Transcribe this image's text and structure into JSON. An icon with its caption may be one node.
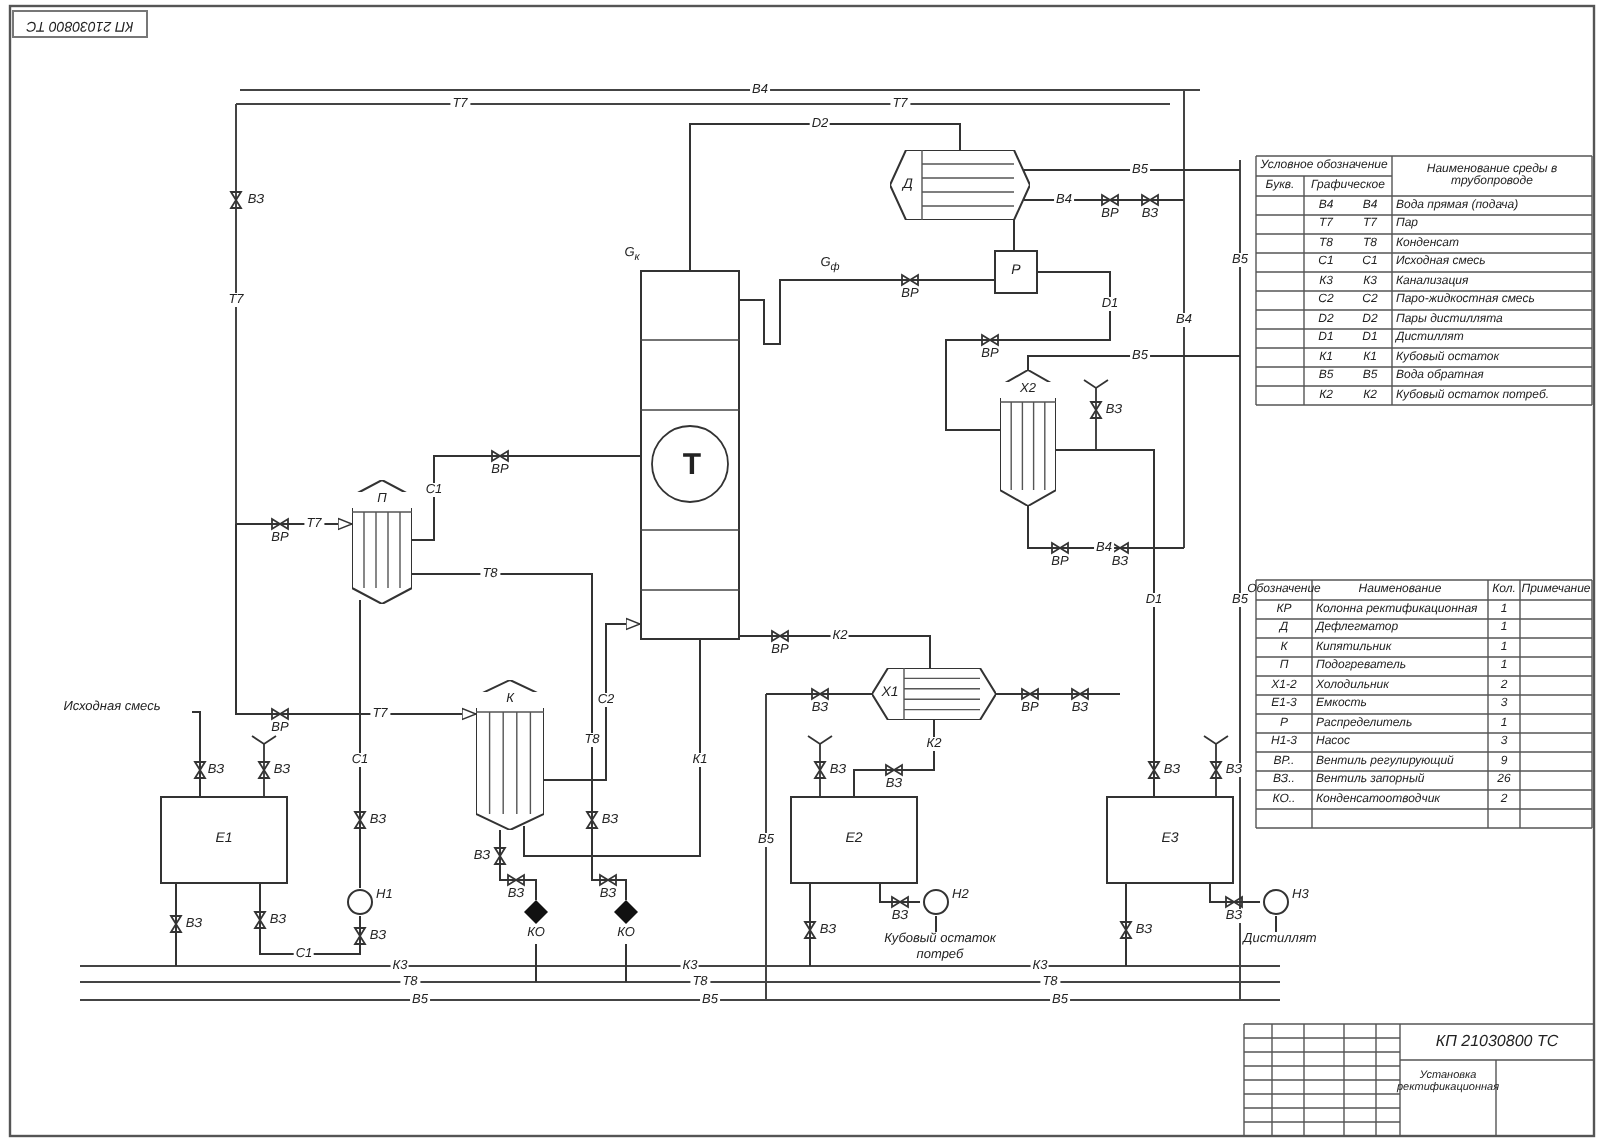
{
  "diagram": {
    "nodes": [
      {
        "text": [
          "Т"
        ]
      },
      {
        "text": [
          "Д"
        ]
      },
      {
        "text": [
          "Р"
        ]
      },
      {
        "text": [
          "Х2"
        ]
      },
      {
        "text": [
          "П"
        ]
      },
      {
        "text": [
          "К"
        ]
      },
      {
        "text": [
          "Х1"
        ]
      },
      {
        "text": [
          "Е1"
        ]
      },
      {
        "text": [
          "Е2"
        ]
      },
      {
        "text": [
          "Е3"
        ]
      },
      {
        "text": [
          "Н1"
        ]
      },
      {
        "text": [
          "Н2"
        ]
      },
      {
        "text": [
          "Н3"
        ]
      },
      {
        "text": [
          "КО"
        ]
      },
      {
        "text": [
          "КО"
        ]
      },
      {
        "text": [
          "Исходная смесь"
        ]
      },
      {
        "text": [
          "Кубовый остаток потреб"
        ]
      },
      {
        "text": [
          "Дистиллят"
        ]
      }
    ],
    "edges": [
      {
        "from": 0,
        "to": 1,
        "arrow": "none",
        "label": "D2"
      },
      {
        "from": 1,
        "to": 2,
        "arrow": "none"
      },
      {
        "from": 0,
        "to": 2,
        "arrow": "none",
        "label": "G$_{ф}$"
      },
      {
        "from": 2,
        "to": 3,
        "arrow": "none",
        "label": "D1"
      },
      {
        "from": 3,
        "to": 9,
        "arrow": "none",
        "label": "D1"
      },
      {
        "from": 0,
        "to": 6,
        "arrow": "none",
        "label": "К2"
      },
      {
        "from": 6,
        "to": 8,
        "arrow": "none",
        "label": "К2"
      },
      {
        "from": 15,
        "to": 7,
        "arrow": "none"
      },
      {
        "from": 7,
        "to": 10,
        "arrow": "none",
        "label": "С1"
      },
      {
        "from": 10,
        "to": 4,
        "arrow": "none",
        "label": "С1"
      },
      {
        "from": 4,
        "to": 0,
        "arrow": "none",
        "label": "С1"
      },
      {
        "from": 0,
        "to": 5,
        "arrow": "none",
        "label": "К1"
      },
      {
        "from": 5,
        "to": 0,
        "arrow": "to",
        "label": "С2"
      },
      {
        "from": null,
        "to": 4,
        "arrow": "to",
        "label": "Т7"
      },
      {
        "from": null,
        "to": 5,
        "arrow": "to",
        "label": "Т7"
      },
      {
        "from": 4,
        "to": 14,
        "arrow": "none",
        "label": "Т8"
      },
      {
        "from": 5,
        "to": 13,
        "arrow": "none"
      },
      {
        "from": 13,
        "to": null,
        "arrow": "none"
      },
      {
        "from": 14,
        "to": null,
        "arrow": "none"
      },
      {
        "from": 7,
        "to": null,
        "arrow": "none"
      },
      {
        "from": 8,
        "to": null,
        "arrow": "none"
      },
      {
        "from": 9,
        "to": null,
        "arrow": "none"
      },
      {
        "from": 8,
        "to": 11,
        "arrow": "none"
      },
      {
        "from": 11,
        "to": 16,
        "arrow": "none"
      },
      {
        "from": 9,
        "to": 12,
        "arrow": "none"
      },
      {
        "from": 12,
        "to": 17,
        "arrow": "none"
      },
      {
        "from": null,
        "to": 1,
        "arrow": "none",
        "label": "В4"
      },
      {
        "from": 1,
        "to": null,
        "arrow": "none",
        "label": "В5"
      },
      {
        "from": null,
        "to": 3,
        "arrow": "none",
        "label": "В4"
      },
      {
        "from": 3,
        "to": null,
        "arrow": "none",
        "label": "В5"
      },
      {
        "from": null,
        "to": 6,
        "arrow": "none"
      },
      {
        "from": 6,
        "to": null,
        "arrow": "none"
      }
    ],
    "labels": [
      "КП 21030800 ТС",
      "В4",
      "Т7",
      "Т7",
      "ВЗ",
      "Т7",
      "G$_{к}$",
      "ВР",
      "ВР",
      "Т8",
      "ВР",
      "ВЗ",
      "ВЗ",
      "ВЗ",
      "ВЗ",
      "ВЗ",
      "ВЗ",
      "ВЗ",
      "ВЗ",
      "ВЗ",
      "ВЗ",
      "ВР",
      "ВЗ",
      "ВР",
      "ВЗ",
      "ВЗ",
      "ВЗ",
      "ВЗ",
      "ВЗ",
      "ВЗ",
      "ВЗ",
      "ВЗ",
      "ВЗ",
      "ВР",
      "ВЗ",
      "ВР",
      "ВЗ",
      "ВЗ",
      "ВР",
      "ВР",
      "В5",
      "В5",
      "В4",
      "В5",
      "К3",
      "К3",
      "К3",
      "Т8",
      "Т8",
      "Т8",
      "В5",
      "В5",
      "В5",
      "Условное обозначение",
      "Наименование среды в трубопроводе",
      "Букв.",
      "Графическое",
      "В4",
      "В4",
      "Вода прямая (подача)",
      "Т7",
      "Т7",
      "Пар",
      "Т8",
      "Т8",
      "Конденсат",
      "С1",
      "С1",
      "Исходная смесь",
      "К3",
      "К3",
      "Канализация",
      "С2",
      "С2",
      "Паро-жидкостная смесь",
      "D2",
      "D2",
      "Пары дистиллята",
      "D1",
      "D1",
      "Дистиллят",
      "К1",
      "К1",
      "Кубовый остаток",
      "В5",
      "В5",
      "Вода обратная",
      "К2",
      "К2",
      "Кубовый остаток потреб.",
      "Обозначение",
      "Наименование",
      "Кол.",
      "Примечание",
      "КР",
      "Колонна ректификационная",
      "1",
      "Д",
      "Дефлегматор",
      "1",
      "К",
      "Кипятильник",
      "1",
      "П",
      "Подогреватель",
      "1",
      "Х1-2",
      "Холодильник",
      "2",
      "Е1-3",
      "Емкость",
      "3",
      "Р",
      "Распределитель",
      "1",
      "Н1-3",
      "Насос",
      "3",
      "ВР..",
      "Вентиль регулирующий",
      "9",
      "ВЗ..",
      "Вентиль запорный",
      "26",
      "КО..",
      "Конденсатоотводчик",
      "2",
      "КП 21030800 ТС",
      "Установка ректификационная"
    ]
  }
}
